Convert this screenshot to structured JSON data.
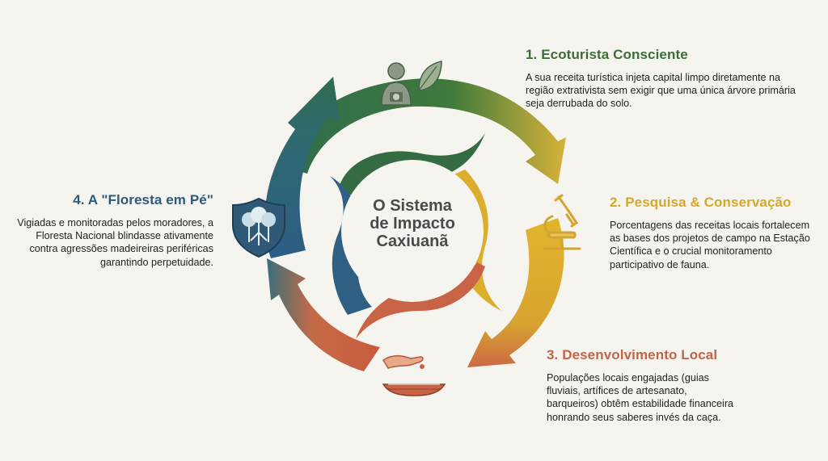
{
  "center": {
    "line1": "O Sistema",
    "line2": "de Impacto",
    "line3": "Caxiuanã"
  },
  "steps": [
    {
      "title": "1. Ecoturista Consciente",
      "text": "A sua receita turística injeta capital limpo diretamente na região extrativista sem exigir que uma única árvore primária seja derrubada do solo.",
      "color": "#3f6b3a",
      "icon": "tourist-with-leaf-icon"
    },
    {
      "title": "2. Pesquisa & Conservação",
      "text": "Porcentagens das receitas locais fortalecem as bases dos projetos de campo na Estação Científica e o crucial monitoramento participativo de fauna.",
      "color": "#d4a92b",
      "icon": "microscope-icon"
    },
    {
      "title": "3. Desenvolvimento Local",
      "text": "Populações locais engajadas (guias fluviais, artífices de artesanato, barqueiros) obtêm estabilidade financeira honrando seus saberes invés da caça.",
      "color": "#c0654a",
      "icon": "hand-and-boat-icon"
    },
    {
      "title": "4. A \"Floresta em Pé\"",
      "text": "Vigiadas e monitoradas pelos moradores, a Floresta Nacional blindasse ativamente contra agressões madeireiras periféricas garantindo perpetuidade.",
      "color": "#2c5a7a",
      "icon": "forest-shield-icon"
    }
  ]
}
